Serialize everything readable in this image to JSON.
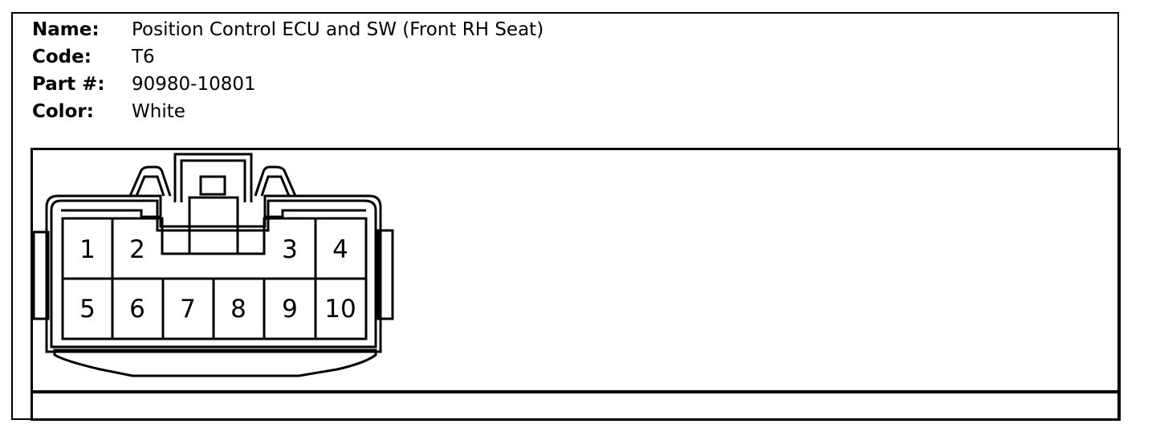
{
  "connector": {
    "name_label": "Name:",
    "name": "Position Control ECU and SW (Front RH Seat)",
    "code_label": "Code:",
    "code": "T6",
    "part_label": "Part #:",
    "part": "90980-10801",
    "color_label": "Color:",
    "color": "White"
  },
  "pins": {
    "p1": "1",
    "p2": "2",
    "p3": "3",
    "p4": "4",
    "p5": "5",
    "p6": "6",
    "p7": "7",
    "p8": "8",
    "p9": "9",
    "p10": "10"
  }
}
